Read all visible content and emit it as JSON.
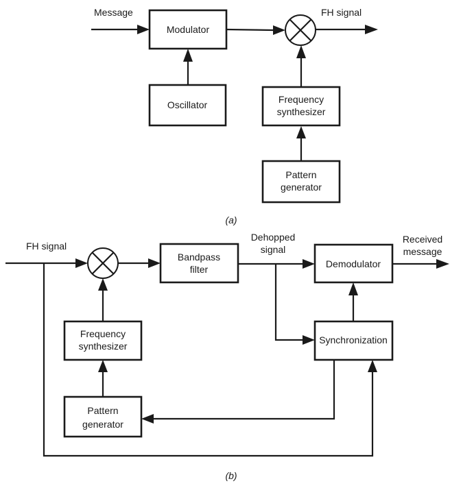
{
  "diagram_a": {
    "caption": "(a)",
    "input_label": "Message",
    "output_label": "FH signal",
    "blocks": {
      "modulator": "Modulator",
      "oscillator": "Oscillator",
      "freq_synth": [
        "Frequency",
        "synthesizer"
      ],
      "pattern_gen": [
        "Pattern",
        "generator"
      ]
    }
  },
  "diagram_b": {
    "caption": "(b)",
    "input_label": "FH signal",
    "dehopped_label": [
      "Dehopped",
      "signal"
    ],
    "output_label": [
      "Received",
      "message"
    ],
    "blocks": {
      "bandpass": [
        "Bandpass",
        "filter"
      ],
      "demodulator": "Demodulator",
      "synchronization": "Synchronization",
      "freq_synth": [
        "Frequency",
        "synthesizer"
      ],
      "pattern_gen": [
        "Pattern",
        "generator"
      ]
    }
  }
}
